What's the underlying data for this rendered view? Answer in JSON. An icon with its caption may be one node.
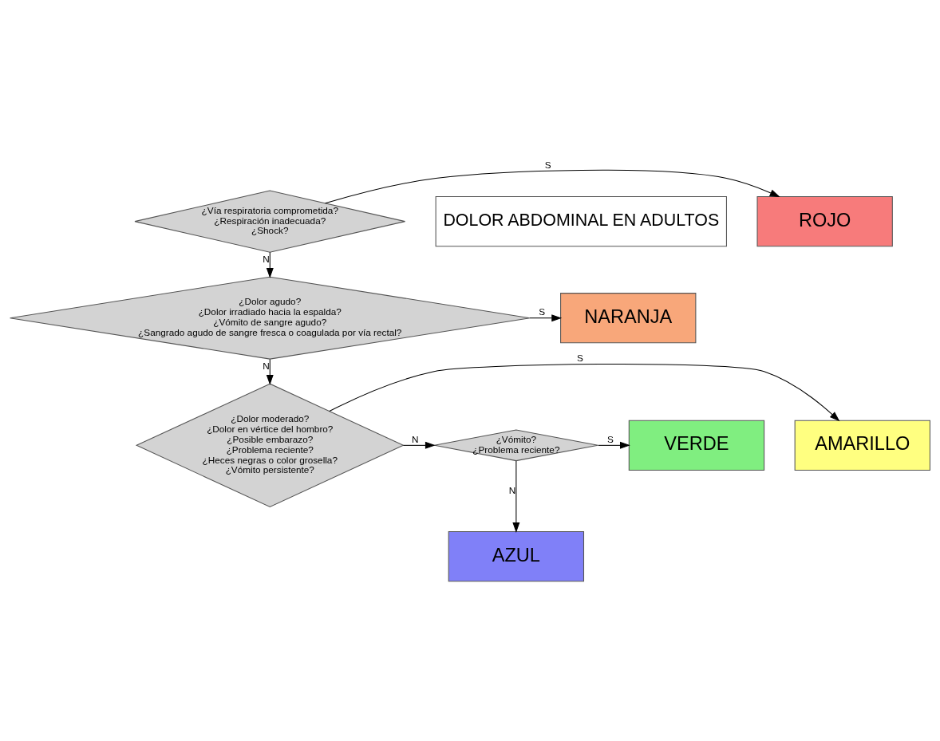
{
  "diagram": {
    "nodes": [
      {
        "text": [
          "¿Vía respiratoria comprometida?",
          "¿Respiración inadecuada?",
          "¿Shock?"
        ]
      },
      {
        "text": [
          "ROJO"
        ]
      },
      {
        "text": [
          "¿Dolor agudo?",
          "¿Dolor irradiado hacia la espalda?",
          "¿Vómito de sangre agudo?",
          "¿Sangrado agudo de sangre fresca o coagulada por vía rectal?"
        ]
      },
      {
        "text": [
          "NARANJA"
        ]
      },
      {
        "text": [
          "¿Dolor moderado?",
          "¿Dolor en vértice del hombro?",
          "¿Posible embarazo?",
          "¿Problema reciente?",
          "¿Heces negras o color grosella?",
          "¿Vómito persistente?"
        ]
      },
      {
        "text": [
          "AMARILLO"
        ]
      },
      {
        "text": [
          "¿Vómito?",
          "¿Problema reciente?"
        ]
      },
      {
        "text": [
          "VERDE"
        ]
      },
      {
        "text": [
          "AZUL"
        ]
      },
      {
        "text": [
          "DOLOR ABDOMINAL EN ADULTOS"
        ]
      }
    ],
    "edges": [
      {
        "from": 0,
        "to": 1,
        "arrow": "to",
        "label": "S"
      },
      {
        "from": 0,
        "to": 2,
        "arrow": "to",
        "label": "N"
      },
      {
        "from": 2,
        "to": 3,
        "arrow": "to",
        "label": "S"
      },
      {
        "from": 2,
        "to": 4,
        "arrow": "to",
        "label": "N"
      },
      {
        "from": 4,
        "to": 5,
        "arrow": "to",
        "label": "S"
      },
      {
        "from": 4,
        "to": 6,
        "arrow": "to",
        "label": "N"
      },
      {
        "from": 6,
        "to": 7,
        "arrow": "to",
        "label": "S"
      },
      {
        "from": 6,
        "to": 8,
        "arrow": "to",
        "label": "N"
      }
    ]
  }
}
